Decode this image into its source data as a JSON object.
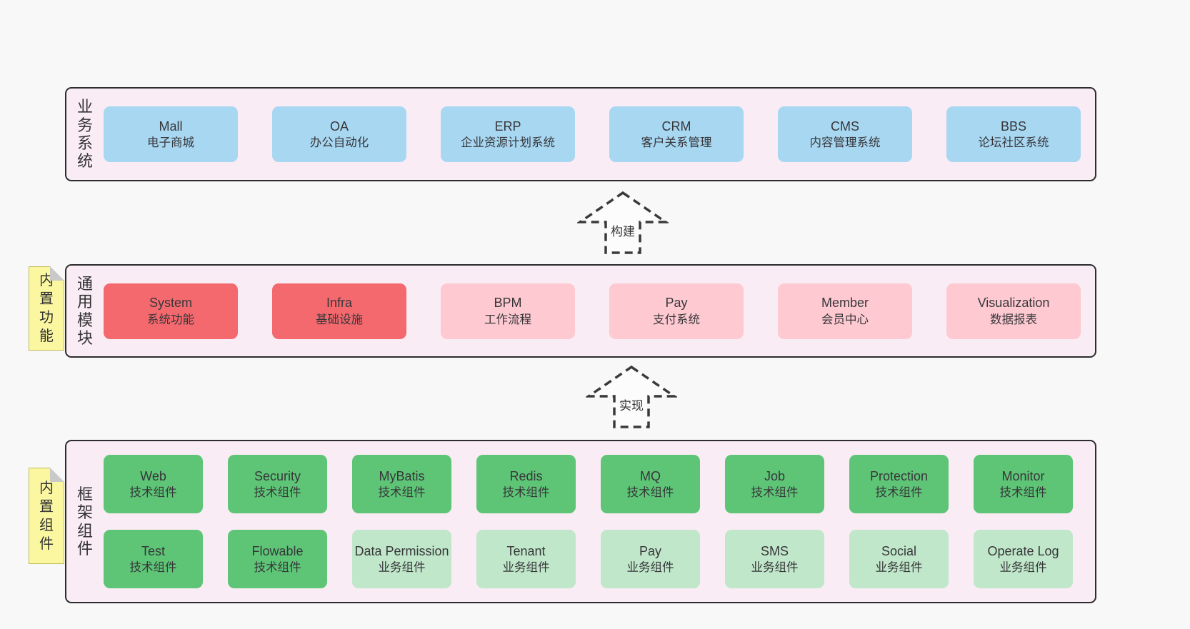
{
  "colors": {
    "page_bg": "#f8f8f8",
    "panel_bg": "#f9ecf5",
    "panel_border": "#2d2d2d",
    "blue_box": "#a8d7f2",
    "red_box": "#f4696e",
    "pink_box": "#fec9d1",
    "green_box": "#5ec577",
    "light_green_box": "#c0e7ca",
    "note_bg": "#faf7a0",
    "text": "#333333"
  },
  "sections": {
    "business": {
      "label": "业务系统",
      "items": [
        {
          "en": "Mall",
          "zh": "电子商城"
        },
        {
          "en": "OA",
          "zh": "办公自动化"
        },
        {
          "en": "ERP",
          "zh": "企业资源计划系统"
        },
        {
          "en": "CRM",
          "zh": "客户关系管理"
        },
        {
          "en": "CMS",
          "zh": "内容管理系统"
        },
        {
          "en": "BBS",
          "zh": "论坛社区系统"
        }
      ]
    },
    "modules": {
      "label": "通用模块",
      "note": "内置功能",
      "items": [
        {
          "en": "System",
          "zh": "系统功能",
          "variant": "red"
        },
        {
          "en": "Infra",
          "zh": "基础设施",
          "variant": "red"
        },
        {
          "en": "BPM",
          "zh": "工作流程",
          "variant": "pink"
        },
        {
          "en": "Pay",
          "zh": "支付系统",
          "variant": "pink"
        },
        {
          "en": "Member",
          "zh": "会员中心",
          "variant": "pink"
        },
        {
          "en": "Visualization",
          "zh": "数据报表",
          "variant": "pink"
        }
      ]
    },
    "framework": {
      "label": "框架组件",
      "note": "内置组件",
      "row1": [
        {
          "en": "Web",
          "zh": "技术组件",
          "variant": "green"
        },
        {
          "en": "Security",
          "zh": "技术组件",
          "variant": "green"
        },
        {
          "en": "MyBatis",
          "zh": "技术组件",
          "variant": "green"
        },
        {
          "en": "Redis",
          "zh": "技术组件",
          "variant": "green"
        },
        {
          "en": "MQ",
          "zh": "技术组件",
          "variant": "green"
        },
        {
          "en": "Job",
          "zh": "技术组件",
          "variant": "green"
        },
        {
          "en": "Protection",
          "zh": "技术组件",
          "variant": "green"
        },
        {
          "en": "Monitor",
          "zh": "技术组件",
          "variant": "green"
        }
      ],
      "row2": [
        {
          "en": "Test",
          "zh": "技术组件",
          "variant": "green"
        },
        {
          "en": "Flowable",
          "zh": "技术组件",
          "variant": "green"
        },
        {
          "en": "Data Permission",
          "zh": "业务组件",
          "variant": "lightgreen"
        },
        {
          "en": "Tenant",
          "zh": "业务组件",
          "variant": "lightgreen"
        },
        {
          "en": "Pay",
          "zh": "业务组件",
          "variant": "lightgreen"
        },
        {
          "en": "SMS",
          "zh": "业务组件",
          "variant": "lightgreen"
        },
        {
          "en": "Social",
          "zh": "业务组件",
          "variant": "lightgreen"
        },
        {
          "en": "Operate Log",
          "zh": "业务组件",
          "variant": "lightgreen"
        }
      ]
    }
  },
  "arrows": [
    {
      "label": "构建"
    },
    {
      "label": "实现"
    }
  ]
}
